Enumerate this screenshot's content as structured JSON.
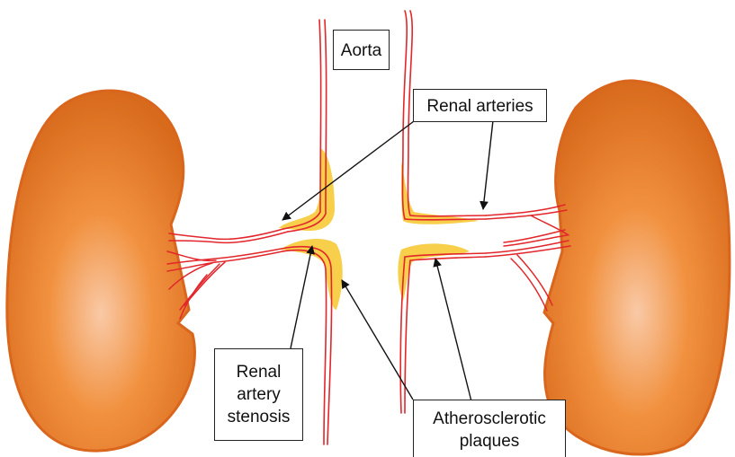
{
  "labels": {
    "aorta": "Aorta",
    "renal_arteries": "Renal arteries",
    "stenosis": [
      "Renal",
      "artery",
      "stenosis"
    ],
    "plaques": [
      "Atherosclerotic",
      "plaques"
    ]
  },
  "colors": {
    "kidney_light": "#f9c9a6",
    "kidney_mid": "#f08a3c",
    "kidney_dark": "#cf6418",
    "artery": "#e2262b",
    "plaque": "#f7cf4a",
    "arrow": "#111111"
  }
}
